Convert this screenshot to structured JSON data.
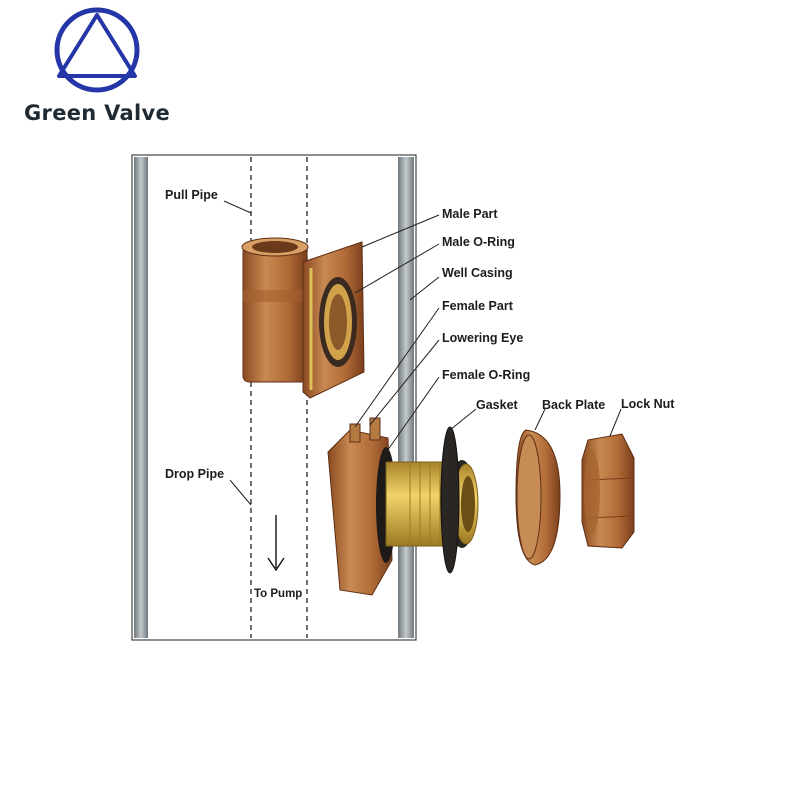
{
  "brand": {
    "name": "Green Valve",
    "colors": {
      "logo_blue": "#2436a8",
      "text": "#1f2a33"
    }
  },
  "diagram": {
    "labels": {
      "pull_pipe": "Pull Pipe",
      "drop_pipe": "Drop Pipe",
      "to_pump": "To Pump",
      "male_part": "Male Part",
      "male_o_ring": "Male O-Ring",
      "well_casing": "Well Casing",
      "female_part": "Female Part",
      "lowering_eye": "Lowering Eye",
      "female_o_ring": "Female O-Ring",
      "gasket": "Gasket",
      "back_plate": "Back Plate",
      "lock_nut": "Lock Nut"
    },
    "colors": {
      "bronze": "#b5713b",
      "brass": "#d9b54a",
      "casing": "#9aa3a9"
    }
  }
}
